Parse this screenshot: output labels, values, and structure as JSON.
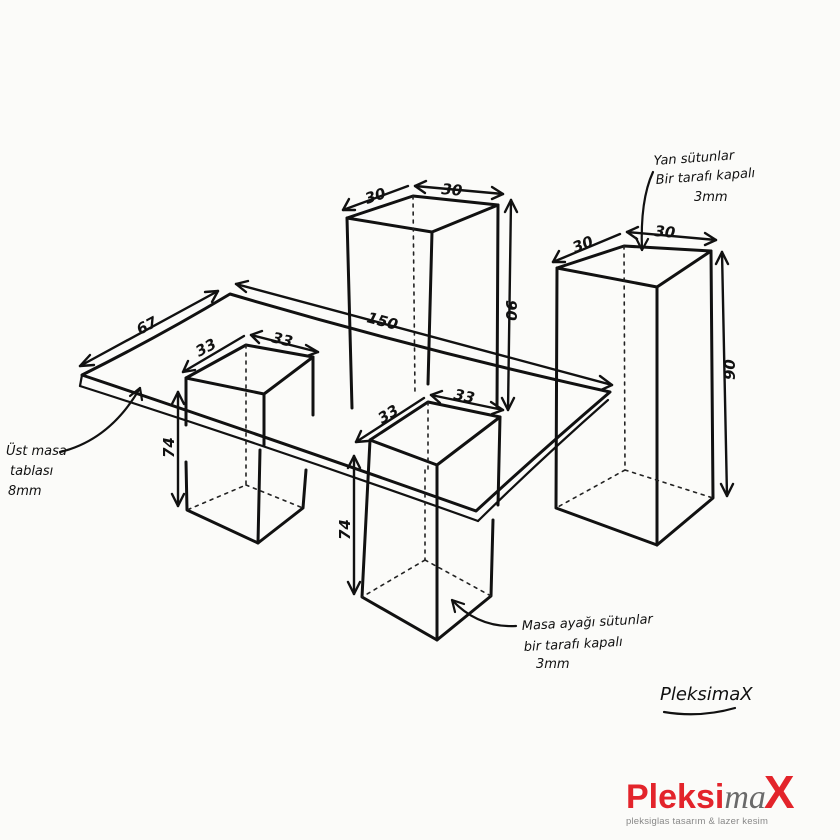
{
  "dimensions": {
    "tabletop_width": "67",
    "tabletop_length": "150",
    "leg_left_w": "33",
    "leg_left_d": "33",
    "leg_left_h": "74",
    "leg_front_w": "33",
    "leg_front_d": "33",
    "leg_front_h": "74",
    "tall_mid_w": "30",
    "tall_mid_d": "30",
    "tall_mid_h": "90",
    "tall_right_w": "30",
    "tall_right_d": "30",
    "tall_right_h": "90"
  },
  "notes": {
    "tabletop": {
      "line1": "Üst masa",
      "line2": "tablası",
      "line3": "8mm"
    },
    "side_columns": {
      "line1": "Yan sütunlar",
      "line2": "Bir tarafı kapalı",
      "line3": "3mm"
    },
    "leg_columns": {
      "line1": "Masa ayağı sütunlar",
      "line2": "bir tarafı kapalı",
      "line3": "3mm"
    }
  },
  "signature": "PleksimaX",
  "logo": {
    "part1": "Pleksi",
    "part2": "ma",
    "part3": "X",
    "tagline": "pleksiglas tasarım & lazer kesim"
  }
}
